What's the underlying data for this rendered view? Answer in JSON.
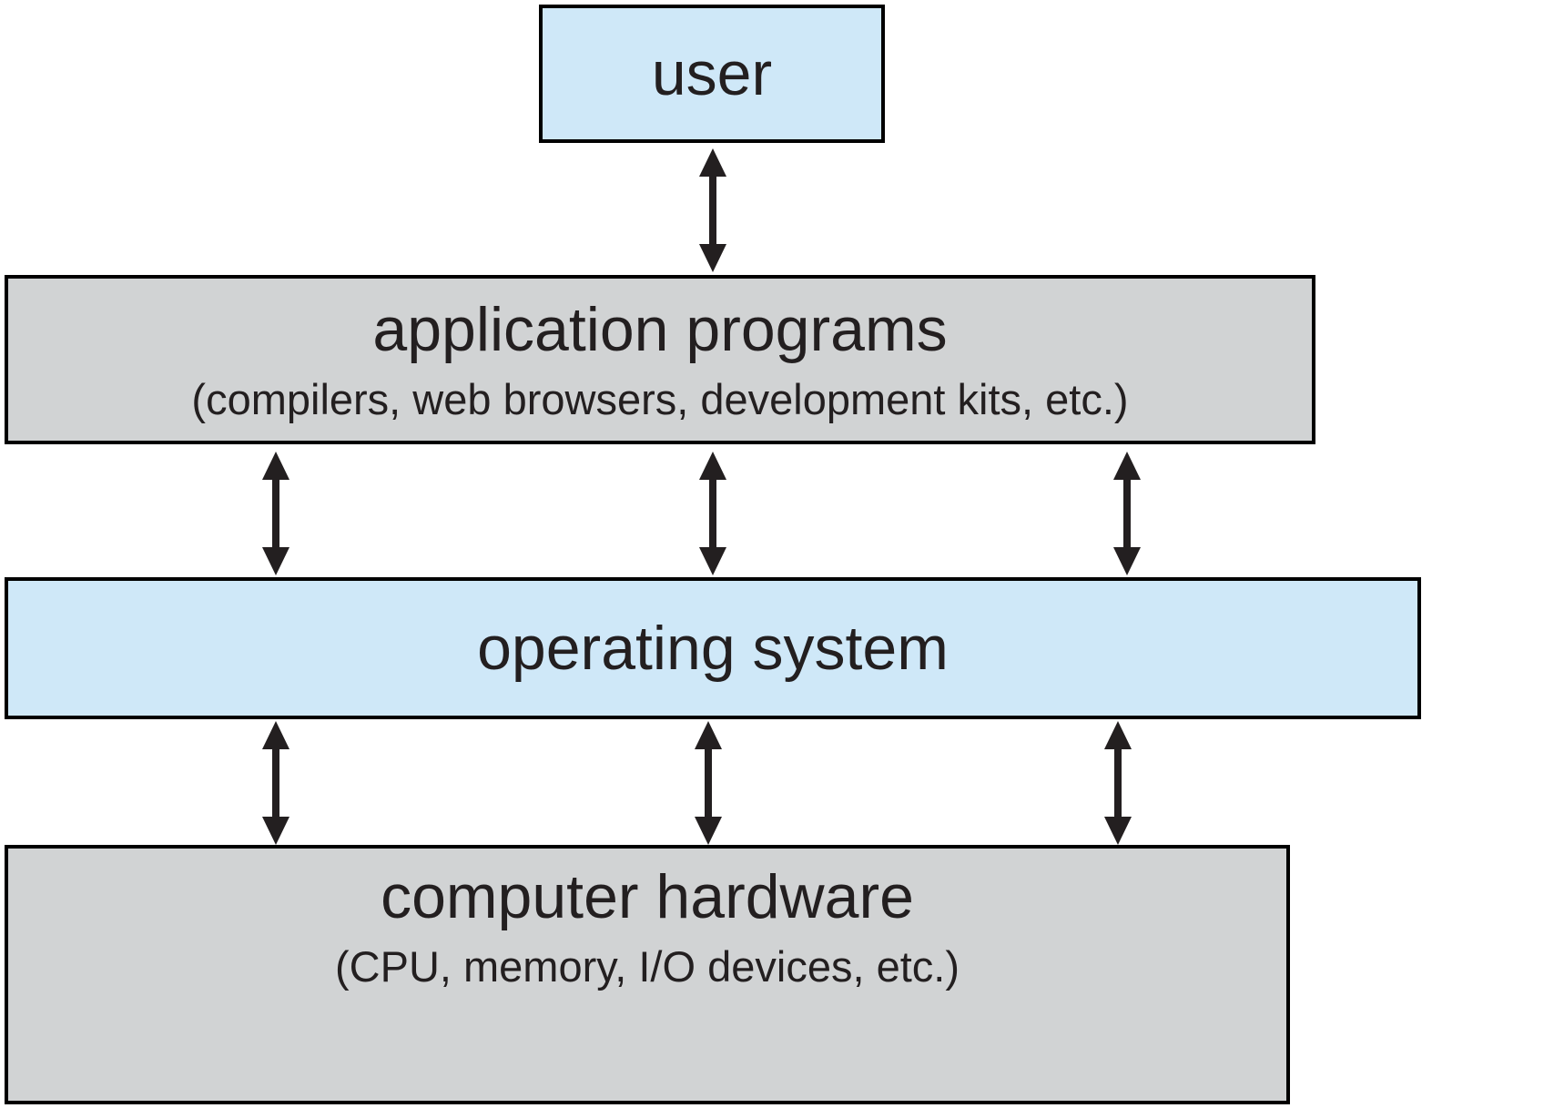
{
  "diagram": {
    "colors": {
      "blue": "#cfe8f8",
      "gray": "#d1d3d4",
      "border": "#000000",
      "text": "#231f20",
      "arrow": "#231f20"
    },
    "layers": {
      "user": {
        "label": "user"
      },
      "applications": {
        "title": "application programs",
        "subtitle": "(compilers, web browsers, development kits, etc.)"
      },
      "os": {
        "title": "operating system"
      },
      "hardware": {
        "title": "computer hardware",
        "subtitle": "(CPU, memory, I/O devices, etc.)"
      }
    }
  }
}
